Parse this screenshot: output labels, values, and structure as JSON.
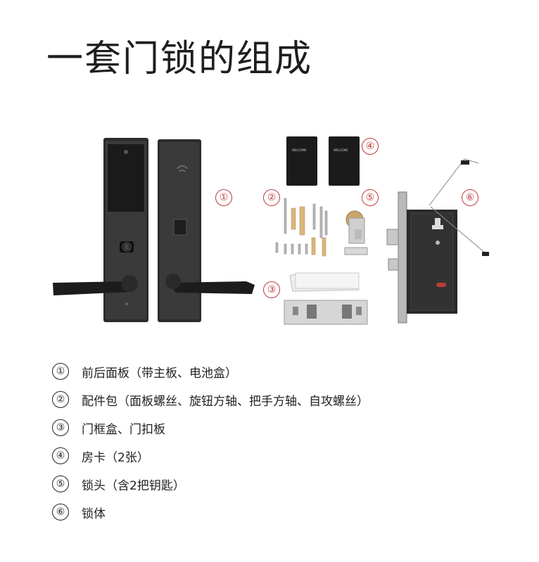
{
  "title": "一套门锁的组成",
  "callouts": [
    "①",
    "②",
    "③",
    "④",
    "⑤",
    "⑥"
  ],
  "card_label": "WELCOME",
  "legend": [
    {
      "num": "①",
      "text": "前后面板（带主板、电池盒）"
    },
    {
      "num": "②",
      "text": "配件包（面板螺丝、旋钮方轴、把手方轴、自攻螺丝）"
    },
    {
      "num": "③",
      "text": "门框盒、门扣板"
    },
    {
      "num": "④",
      "text": "房卡（2张）"
    },
    {
      "num": "⑤",
      "text": "锁头（含2把钥匙）"
    },
    {
      "num": "⑥",
      "text": "锁体"
    }
  ]
}
